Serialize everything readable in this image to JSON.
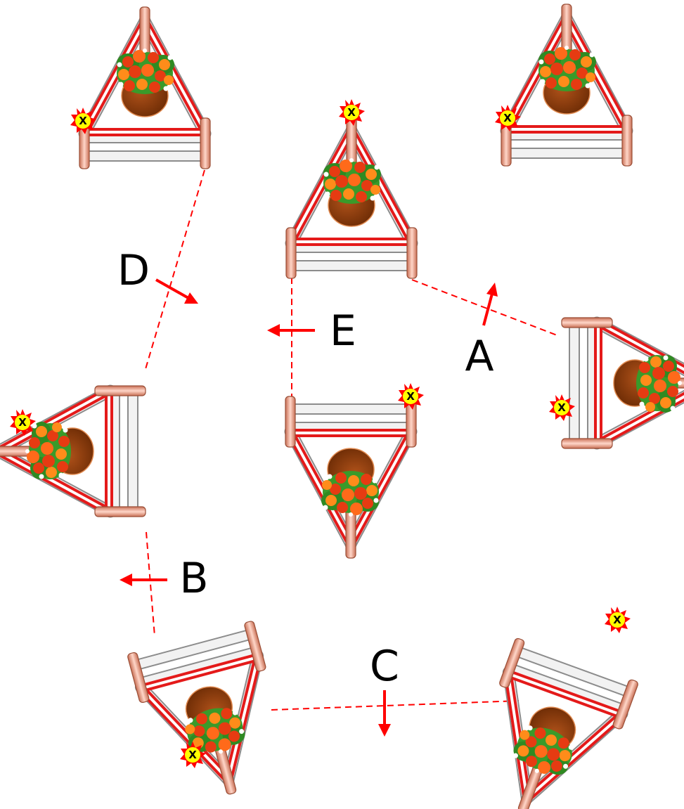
{
  "diagram": {
    "marker_text": "X",
    "arrows": [
      {
        "id": "a",
        "label": "A"
      },
      {
        "id": "b",
        "label": "B"
      },
      {
        "id": "c",
        "label": "C"
      },
      {
        "id": "d",
        "label": "D"
      },
      {
        "id": "e",
        "label": "E"
      }
    ]
  },
  "colors": {
    "rail_gray": "#d9d9d9",
    "rail_outline": "#8c8c8c",
    "rail_red": "#e41a1a",
    "post": "#e8a28c",
    "pot": "#8a3b08",
    "flower_red": "#e63b12",
    "flower_orange": "#ff8c1a",
    "leaf": "#3a9a2a",
    "marker_fill": "#ffff00",
    "marker_border": "#ff0000",
    "arrow": "#ff0000",
    "dashed_line": "#ff0000"
  }
}
